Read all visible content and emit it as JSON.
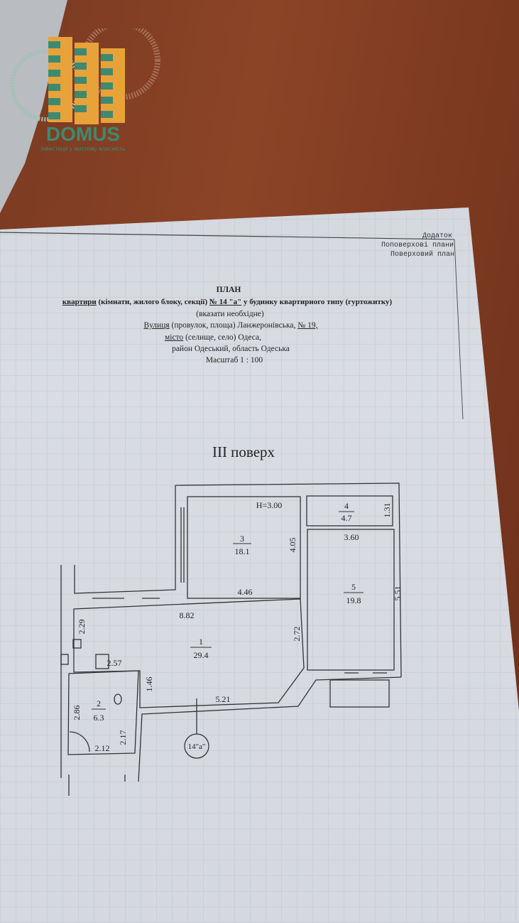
{
  "logo": {
    "name": "DOMUS",
    "tagline": "інвестиції у житлову власність",
    "colors": {
      "green": "#3f8a6e",
      "orange": "#e8a23a"
    }
  },
  "header_right": [
    "Додаток",
    "Поповерхові плани",
    "Поверховий план"
  ],
  "title": {
    "heading": "ПЛАН",
    "line1_underlined": "квартири",
    "line1_rest_a": " (кімнати, жилого блоку, секції) ",
    "line1_number": "№ 14 \"а\"",
    "line1_rest_b": " у будинку квартирного типу (гуртожитку)",
    "line2": "(вказати необхідне)",
    "line3_underlined": "Вулиця",
    "line3_rest": " (провулок, площа) Ланжеронівська, ",
    "line3_number": "№ 19,",
    "line4_underlined": "місто",
    "line4_rest": " (селище, село) Одеса,",
    "line5": "район Одеський, область Одеська",
    "line6": "Масштаб 1 : 100"
  },
  "floor": "III поверх",
  "plan": {
    "height_label": "H=3.00",
    "apartment_label": "14\"а\"",
    "rooms": [
      {
        "number": "1",
        "area": "29.4"
      },
      {
        "number": "2",
        "area": "6.3"
      },
      {
        "number": "3",
        "area": "18.1"
      },
      {
        "number": "4",
        "area": "4.7"
      },
      {
        "number": "5",
        "area": "19.8"
      }
    ],
    "dimensions": {
      "d131": "1.31",
      "d405": "4.05",
      "d360": "3.60",
      "d446": "4.46",
      "d551": "5.51",
      "d882": "8.82",
      "d229": "2.29",
      "d272": "2.72",
      "d257": "2.57",
      "d146": "1.46",
      "d521": "5.21",
      "d286": "2.86",
      "d217": "2.17",
      "d212": "2.12"
    }
  }
}
